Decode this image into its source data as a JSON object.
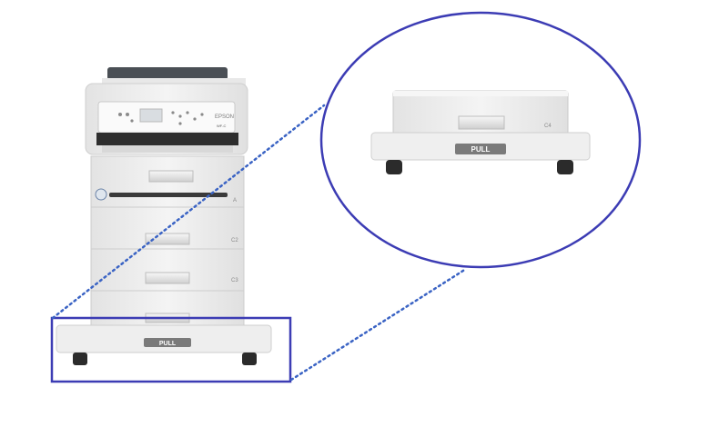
{
  "printer": {
    "brand_label": "EPSON",
    "model_label": "WF-C",
    "tray_labels": [
      "A",
      "C2",
      "C3"
    ],
    "cabinet_pull_label": "PULL"
  },
  "zoom": {
    "cassette_label": "C4",
    "pull_label": "PULL"
  },
  "colors": {
    "highlight_stroke": "#3c3cb4",
    "connector_dots": "#3a63c4",
    "printer_body": "#ececec",
    "printer_shadow": "#d2d2d2",
    "pull_plate": "#7a7a7a",
    "caster": "#2b2b2b"
  }
}
